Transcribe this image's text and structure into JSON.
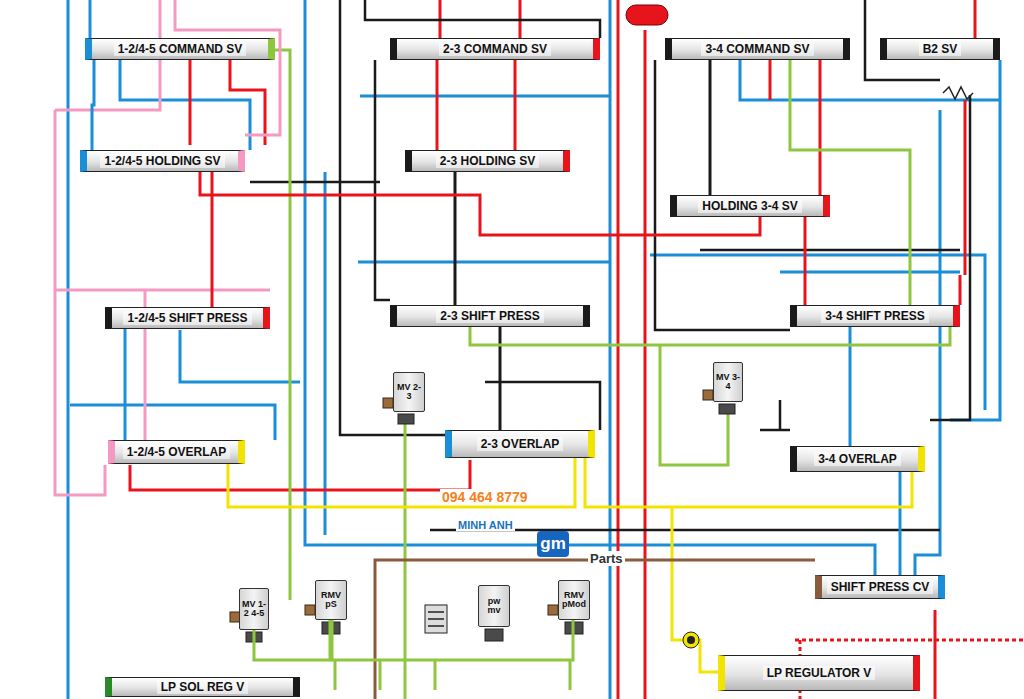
{
  "diagram": {
    "nodes": [
      {
        "text": [
          "1-2/4-5 COMMAND SV"
        ]
      },
      {
        "text": [
          "2-3 COMMAND SV"
        ]
      },
      {
        "text": [
          "3-4 COMMAND SV"
        ]
      },
      {
        "text": [
          "B2 SV"
        ]
      },
      {
        "text": [
          "1-2/4-5 HOLDING SV"
        ]
      },
      {
        "text": [
          "2-3 HOLDING SV"
        ]
      },
      {
        "text": [
          "HOLDING 3-4 SV"
        ]
      },
      {
        "text": [
          "1-2/4-5 SHIFT PRESS"
        ]
      },
      {
        "text": [
          "2-3 SHIFT PRESS"
        ]
      },
      {
        "text": [
          "3-4 SHIFT PRESS"
        ]
      },
      {
        "text": [
          "MV 2-3"
        ]
      },
      {
        "text": [
          "MV 3-4"
        ]
      },
      {
        "text": [
          "1-2/4-5 OVERLAP"
        ]
      },
      {
        "text": [
          "2-3 OVERLAP"
        ]
      },
      {
        "text": [
          "3-4 OVERLAP"
        ]
      },
      {
        "text": [
          "SHIFT PRESS CV"
        ]
      },
      {
        "text": [
          "MV 1-2 4-5"
        ]
      },
      {
        "text": [
          "RMV pS"
        ]
      },
      {
        "text": [
          "pw mv"
        ]
      },
      {
        "text": [
          "RMV pMod"
        ]
      },
      {
        "text": [
          "LP REGULATOR V"
        ]
      },
      {
        "text": [
          "LP SOL REG V"
        ]
      }
    ],
    "edges": [
      {
        "from": 0,
        "to": 4,
        "arrow": "none"
      },
      {
        "from": 4,
        "to": 7,
        "arrow": "none"
      },
      {
        "from": 7,
        "to": 12,
        "arrow": "none"
      },
      {
        "from": 1,
        "to": 5,
        "arrow": "none"
      },
      {
        "from": 5,
        "to": 8,
        "arrow": "none"
      },
      {
        "from": 2,
        "to": 6,
        "arrow": "none"
      },
      {
        "from": 6,
        "to": 9,
        "arrow": "none"
      },
      {
        "from": 8,
        "to": 13,
        "arrow": "none"
      },
      {
        "from": 9,
        "to": 14,
        "arrow": "none"
      },
      {
        "from": 14,
        "to": 15,
        "arrow": "none"
      },
      {
        "from": 12,
        "to": 13,
        "arrow": "none"
      },
      {
        "from": 13,
        "to": 14,
        "arrow": "none"
      },
      {
        "from": 16,
        "to": 17,
        "arrow": "none"
      },
      {
        "from": 17,
        "to": 19,
        "arrow": "none"
      },
      {
        "from": 2,
        "to": 9,
        "arrow": "none"
      },
      {
        "from": 8,
        "to": 9,
        "arrow": "none"
      },
      {
        "from": 4,
        "to": 6,
        "arrow": "none"
      }
    ],
    "labels": [
      "094 464 8779",
      "MINH ANH",
      "gm",
      "Parts"
    ]
  }
}
